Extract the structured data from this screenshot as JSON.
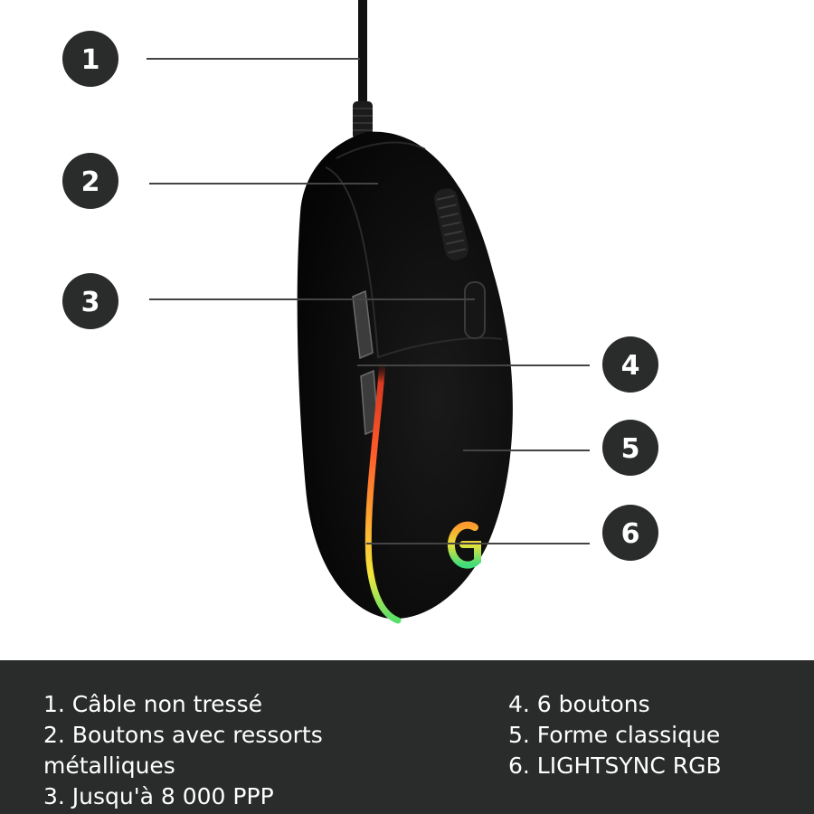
{
  "callouts": [
    {
      "number": "1",
      "text": "1. Câble non tressé"
    },
    {
      "number": "2",
      "text": "2. Boutons avec ressorts métalliques"
    },
    {
      "number": "3",
      "text": "3. Jusqu'à 8 000 PPP"
    },
    {
      "number": "4",
      "text": "4. 6 boutons"
    },
    {
      "number": "5",
      "text": "5. Forme classique"
    },
    {
      "number": "6",
      "text": "6. LIGHTSYNC RGB"
    }
  ],
  "colors": {
    "legend_background": "#2a2b2b",
    "callout_circle": "#2a2b2b",
    "mouse_body": "#0c0c0c",
    "lightsync_gradient": [
      "#7a1e0f",
      "#e8442a",
      "#ff9a2e",
      "#f2e43a",
      "#4ee06a"
    ]
  },
  "icons": {
    "product": "gaming-mouse",
    "logo": "g-logo-icon"
  }
}
